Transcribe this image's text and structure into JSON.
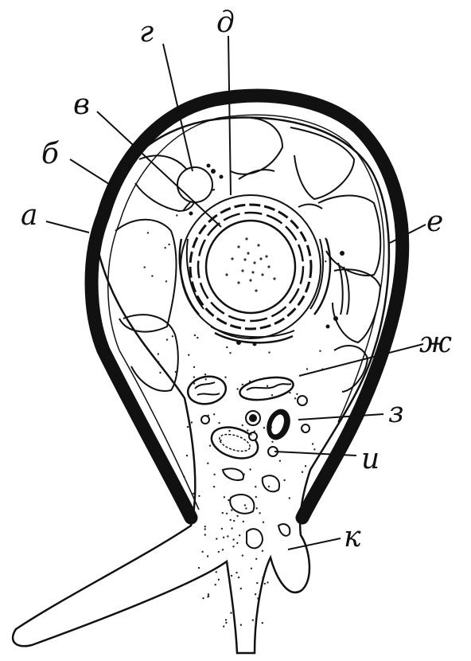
{
  "labels": {
    "a": "а",
    "b": "б",
    "v": "в",
    "g": "г",
    "d": "д",
    "e": "е",
    "zh": "ж",
    "z": "з",
    "i": "и",
    "k": "к"
  },
  "colors": {
    "ink": "#111111",
    "paper": "#ffffff"
  }
}
